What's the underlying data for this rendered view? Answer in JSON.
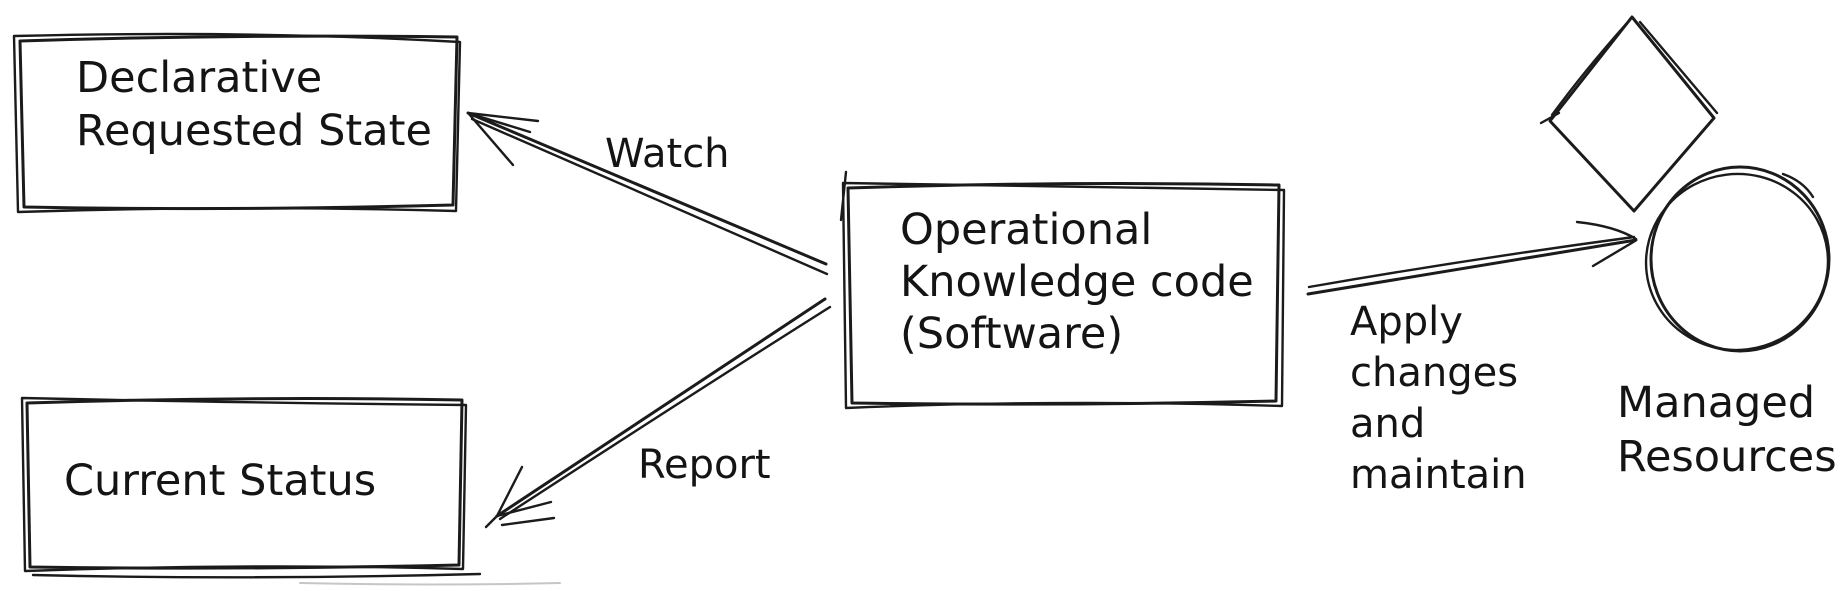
{
  "canvas": {
    "background": "#ffffff",
    "ink": "#1b1b1b"
  },
  "nodes": {
    "declarative_state": {
      "shape": "rectangle",
      "lines": [
        "Declarative",
        "Requested State"
      ]
    },
    "current_status": {
      "shape": "rectangle",
      "lines": [
        "Current Status"
      ]
    },
    "operator": {
      "shape": "rectangle",
      "lines": [
        "Operational",
        "Knowledge code",
        "(Software)"
      ]
    },
    "managed_resources": {
      "shapes": [
        "diamond",
        "circle"
      ],
      "lines": [
        "Managed",
        "Resources"
      ]
    }
  },
  "edges": {
    "watch": {
      "label": "Watch",
      "from": "operator",
      "to": "declarative_state"
    },
    "report": {
      "label": "Report",
      "from": "operator",
      "to": "current_status"
    },
    "apply": {
      "lines": [
        "Apply",
        "changes",
        "and",
        "maintain"
      ],
      "from": "operator",
      "to": "managed_resources"
    }
  }
}
